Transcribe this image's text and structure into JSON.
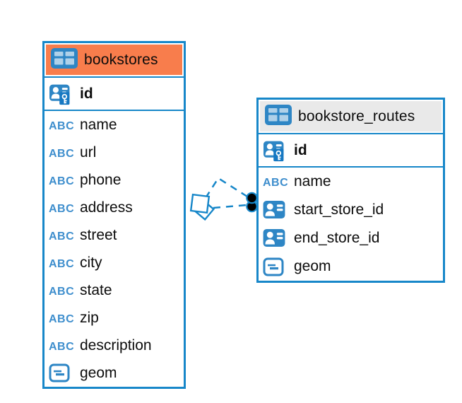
{
  "diagram": {
    "colors": {
      "background": "#ffffff",
      "accent_blue": "#1787c9",
      "icon_blue": "#2e86c5",
      "abc_blue": "#3e8ecd",
      "key_badge_blue": "#1678c2",
      "dot_black": "#000000",
      "text": "#0c0c0c"
    },
    "tables": [
      {
        "name": "bookstores",
        "header_color": "#f87d4c",
        "icon": "table-icon",
        "columns": [
          {
            "name": "id",
            "icon": "primary-key-icon",
            "primary": true
          },
          {
            "name": "name",
            "icon": "text-type-icon"
          },
          {
            "name": "url",
            "icon": "text-type-icon"
          },
          {
            "name": "phone",
            "icon": "text-type-icon"
          },
          {
            "name": "address",
            "icon": "text-type-icon"
          },
          {
            "name": "street",
            "icon": "text-type-icon"
          },
          {
            "name": "city",
            "icon": "text-type-icon"
          },
          {
            "name": "state",
            "icon": "text-type-icon"
          },
          {
            "name": "zip",
            "icon": "text-type-icon"
          },
          {
            "name": "description",
            "icon": "text-type-icon"
          },
          {
            "name": "geom",
            "icon": "geometry-type-icon"
          }
        ]
      },
      {
        "name": "bookstore_routes",
        "header_color": "#e9e9e9",
        "icon": "table-icon",
        "columns": [
          {
            "name": "id",
            "icon": "primary-key-icon",
            "primary": true
          },
          {
            "name": "name",
            "icon": "text-type-icon"
          },
          {
            "name": "start_store_id",
            "icon": "foreign-key-icon"
          },
          {
            "name": "end_store_id",
            "icon": "foreign-key-icon"
          },
          {
            "name": "geom",
            "icon": "geometry-type-icon"
          }
        ]
      }
    ],
    "relationships": [
      {
        "from": "bookstores",
        "to": "bookstore_routes",
        "style": "dashed",
        "from_marker": "stacked-squares",
        "to_marker": "dot"
      },
      {
        "from": "bookstores",
        "to": "bookstore_routes",
        "style": "dashed",
        "from_marker": "stacked-squares",
        "to_marker": "dot"
      }
    ]
  }
}
